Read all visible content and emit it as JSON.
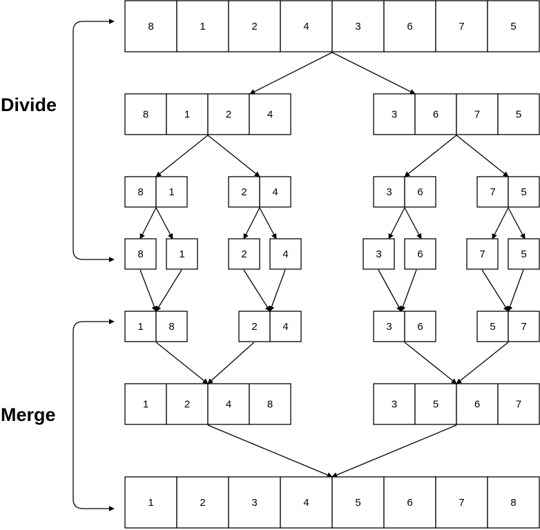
{
  "labels": {
    "divide": "Divide",
    "merge": "Merge"
  },
  "rows": {
    "input": [
      "8",
      "1",
      "2",
      "4",
      "3",
      "6",
      "7",
      "5"
    ],
    "half_left": [
      "8",
      "1",
      "2",
      "4"
    ],
    "half_right": [
      "3",
      "6",
      "7",
      "5"
    ],
    "pair_a": [
      "8",
      "1"
    ],
    "pair_b": [
      "2",
      "4"
    ],
    "pair_c": [
      "3",
      "6"
    ],
    "pair_d": [
      "7",
      "5"
    ],
    "single_a1": [
      "8"
    ],
    "single_a2": [
      "1"
    ],
    "single_b1": [
      "2"
    ],
    "single_b2": [
      "4"
    ],
    "single_c1": [
      "3"
    ],
    "single_c2": [
      "6"
    ],
    "single_d1": [
      "7"
    ],
    "single_d2": [
      "5"
    ],
    "merged_pair_a": [
      "1",
      "8"
    ],
    "merged_pair_b": [
      "2",
      "4"
    ],
    "merged_pair_c": [
      "3",
      "6"
    ],
    "merged_pair_d": [
      "5",
      "7"
    ],
    "merged_half_left": [
      "1",
      "2",
      "4",
      "8"
    ],
    "merged_half_right": [
      "3",
      "5",
      "6",
      "7"
    ],
    "output": [
      "1",
      "2",
      "3",
      "4",
      "5",
      "6",
      "7",
      "8"
    ]
  }
}
